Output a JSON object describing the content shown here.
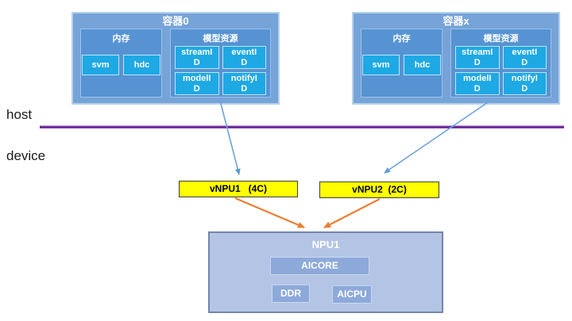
{
  "containers": [
    {
      "title": "容器0",
      "memory": {
        "label": "内存",
        "items": [
          "svm",
          "hdc"
        ]
      },
      "model": {
        "label": "模型资源",
        "items": [
          {
            "line1": "streamI",
            "line2": "D"
          },
          {
            "line1": "eventI",
            "line2": "D"
          },
          {
            "line1": "modelI",
            "line2": "D"
          },
          {
            "line1": "notifyI",
            "line2": "D"
          }
        ]
      }
    },
    {
      "title": "容器x",
      "memory": {
        "label": "内存",
        "items": [
          "svm",
          "hdc"
        ]
      },
      "model": {
        "label": "模型资源",
        "items": [
          {
            "line1": "streamI",
            "line2": "D"
          },
          {
            "line1": "eventI",
            "line2": "D"
          },
          {
            "line1": "modelI",
            "line2": "D"
          },
          {
            "line1": "notifyI",
            "line2": "D"
          }
        ]
      }
    }
  ],
  "zones": {
    "host": "host",
    "device": "device"
  },
  "vnpus": [
    {
      "label": "vNPU1   (4C)"
    },
    {
      "label": "vNPU2  (2C)"
    }
  ],
  "npu": {
    "title": "NPU1",
    "blocks": {
      "aicore": "AICORE",
      "ddr": "DDR",
      "aicpu": "AICPU"
    }
  },
  "colors": {
    "container_fill": "#76a3d8",
    "container_border": "#b5d1ec",
    "section_fill": "#5793d2",
    "chip_fill": "#1ea9e4",
    "vnpu_fill": "#ffff00",
    "npu_fill": "#b3c4e5",
    "npu_block_fill": "#8da9da",
    "divider": "#7030a0",
    "blue_arrow": "#6fa3da",
    "orange_arrow": "#ed7d31"
  }
}
